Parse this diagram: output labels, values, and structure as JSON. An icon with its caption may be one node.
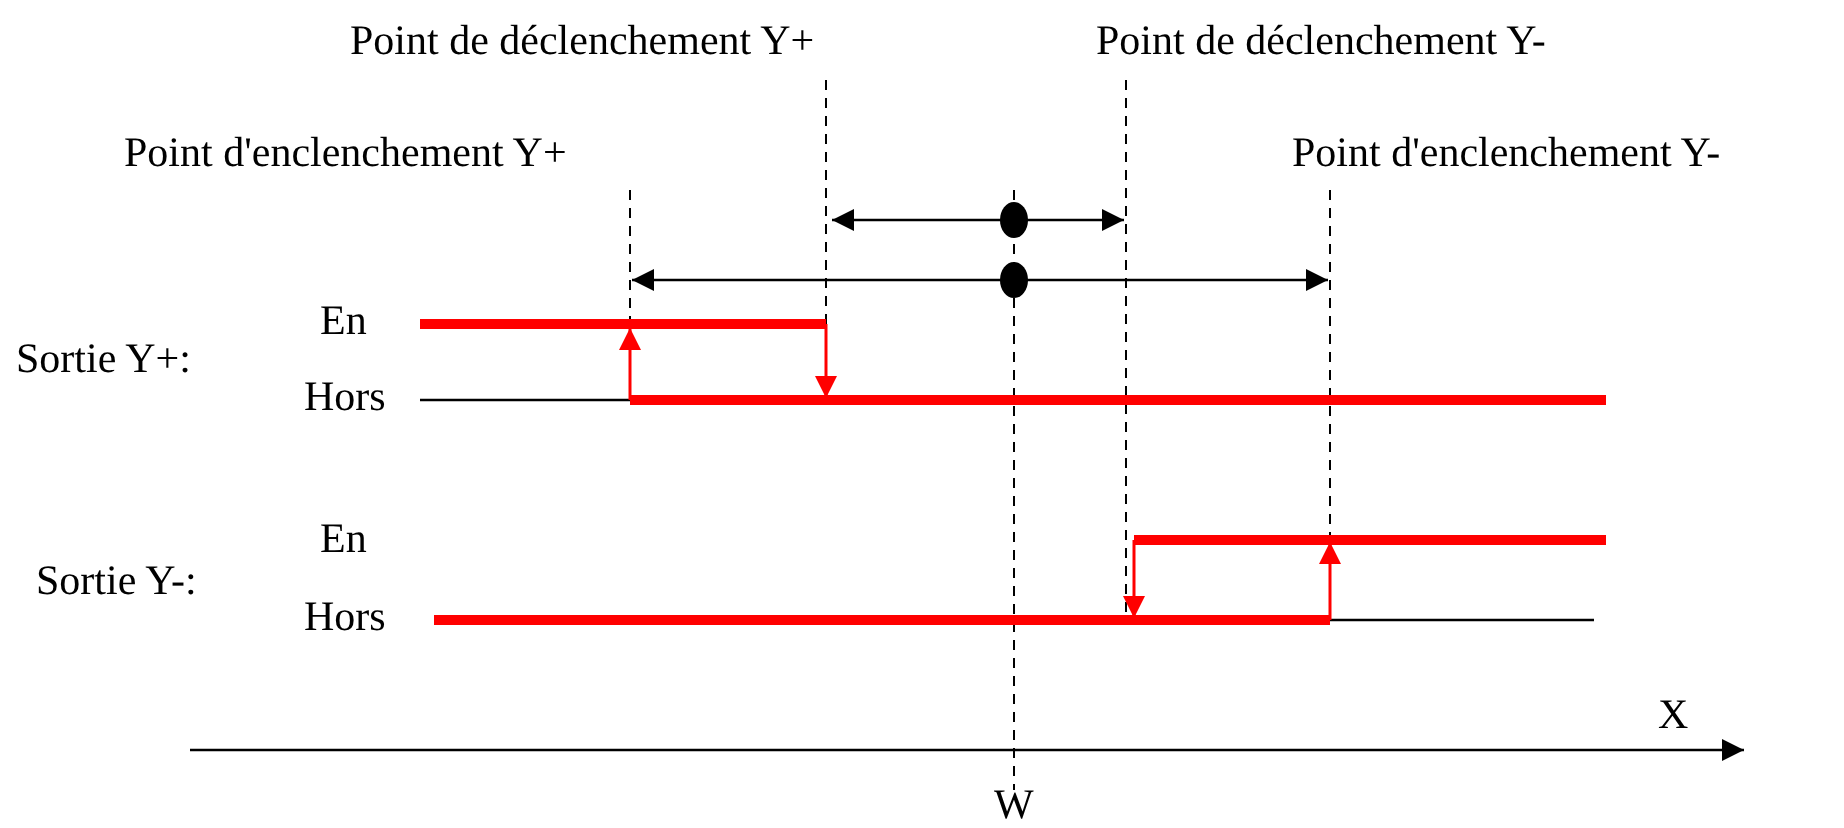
{
  "diagram": {
    "labels": [
      "Point de déclenchement Y+",
      "Point de déclenchement Y-",
      "Point d'enclenchement Y+",
      "Point d'enclenchement Y-",
      "Sortie Y+:",
      "En",
      "Hors",
      "En",
      "Sortie Y-:",
      "Hors",
      "X",
      "W"
    ]
  }
}
